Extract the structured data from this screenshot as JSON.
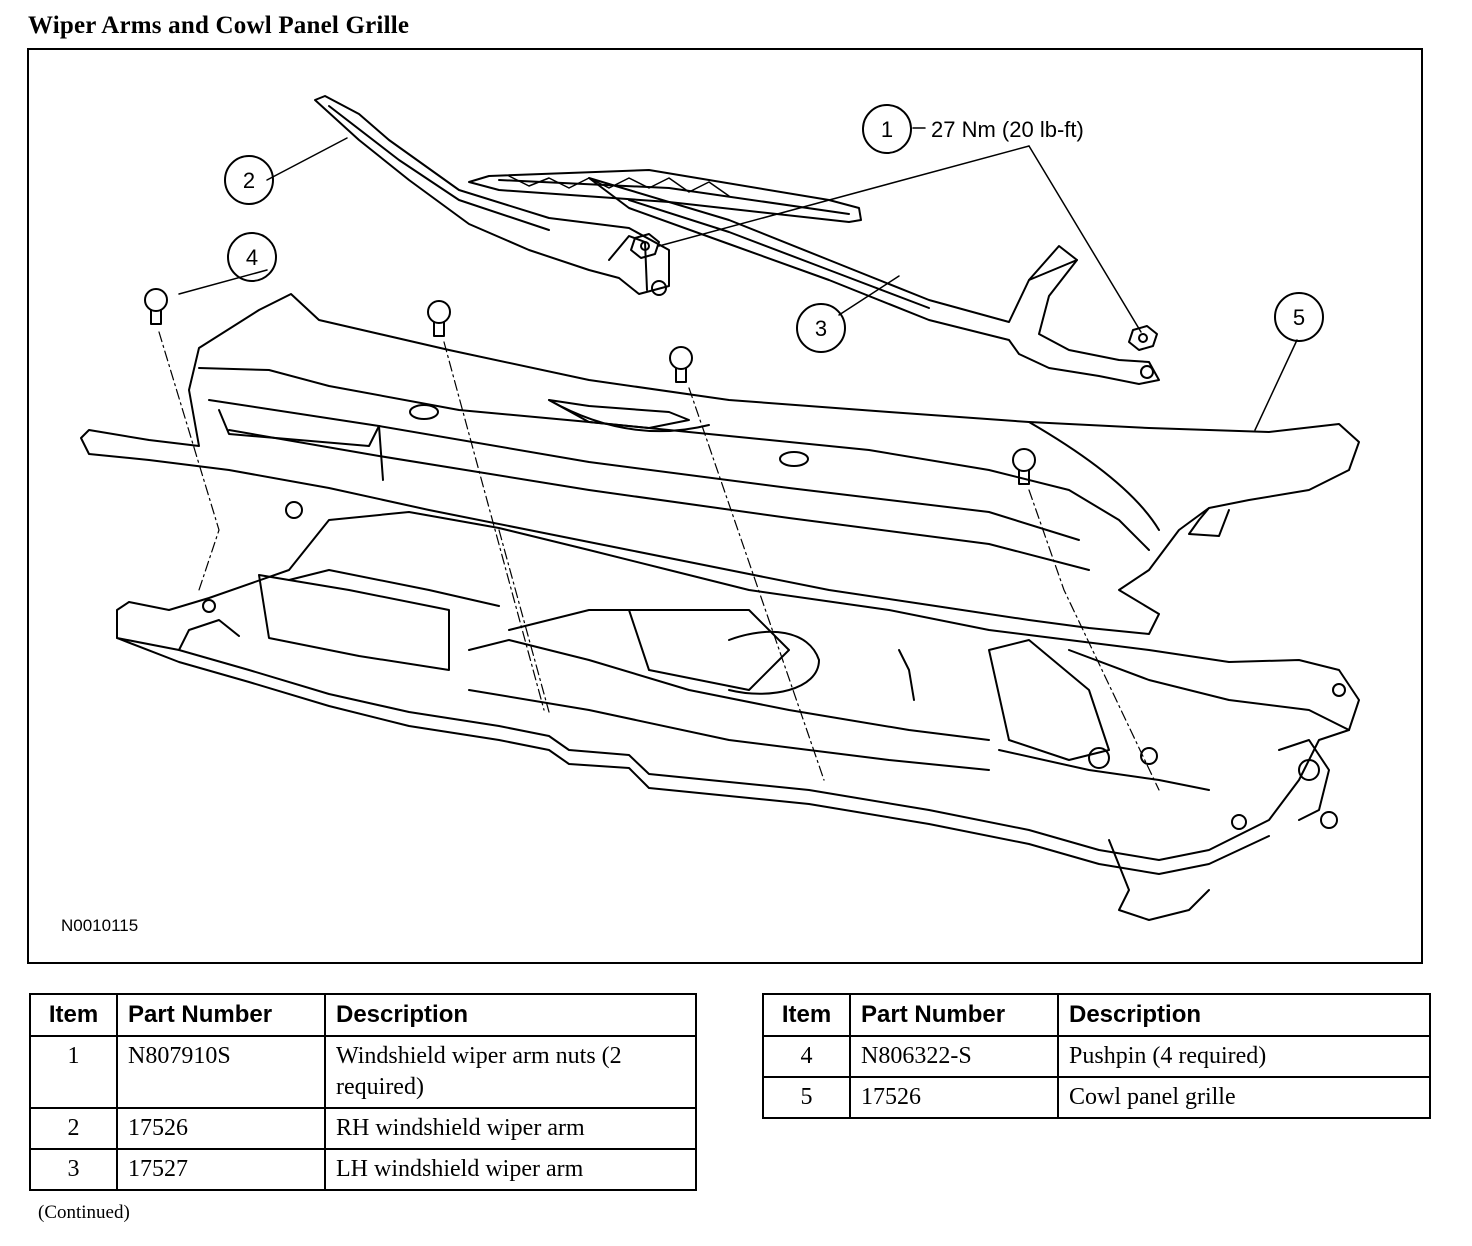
{
  "title": "Wiper Arms and Cowl Panel Grille",
  "figure": {
    "id": "N0010115",
    "callouts": [
      {
        "num": "1",
        "text": "27 Nm (20 lb-ft)"
      },
      {
        "num": "2",
        "text": ""
      },
      {
        "num": "3",
        "text": ""
      },
      {
        "num": "4",
        "text": ""
      },
      {
        "num": "5",
        "text": ""
      }
    ]
  },
  "table_headers": {
    "item": "Item",
    "part": "Part Number",
    "desc": "Description"
  },
  "table_left": [
    {
      "item": "1",
      "part": "N807910S",
      "desc": "Windshield wiper arm nuts (2 required)"
    },
    {
      "item": "2",
      "part": "17526",
      "desc": "RH windshield wiper arm"
    },
    {
      "item": "3",
      "part": "17527",
      "desc": "LH windshield wiper arm"
    }
  ],
  "table_right": [
    {
      "item": "4",
      "part": "N806322-S",
      "desc": "Pushpin (4 required)"
    },
    {
      "item": "5",
      "part": "17526",
      "desc": "Cowl panel grille"
    }
  ],
  "footer": "(Continued)"
}
